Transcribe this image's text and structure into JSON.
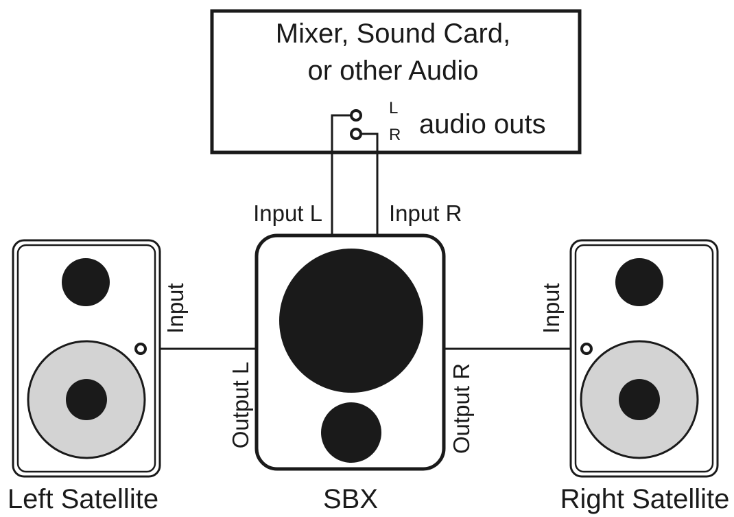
{
  "mixer": {
    "title_line1": "Mixer, Sound Card,",
    "title_line2": "or other Audio",
    "jack_label_l": "L",
    "jack_label_r": "R",
    "outs_label": "audio outs"
  },
  "sbx": {
    "label": "SBX",
    "input_l": "Input L",
    "input_r": "Input R",
    "output_l": "Output L",
    "output_r": "Output R"
  },
  "left_satellite": {
    "label": "Left Satellite",
    "input": "Input"
  },
  "right_satellite": {
    "label": "Right Satellite",
    "input": "Input"
  },
  "colors": {
    "line": "#1a1a1a",
    "cone_fill": "#d3d3d3",
    "background": "#ffffff"
  }
}
